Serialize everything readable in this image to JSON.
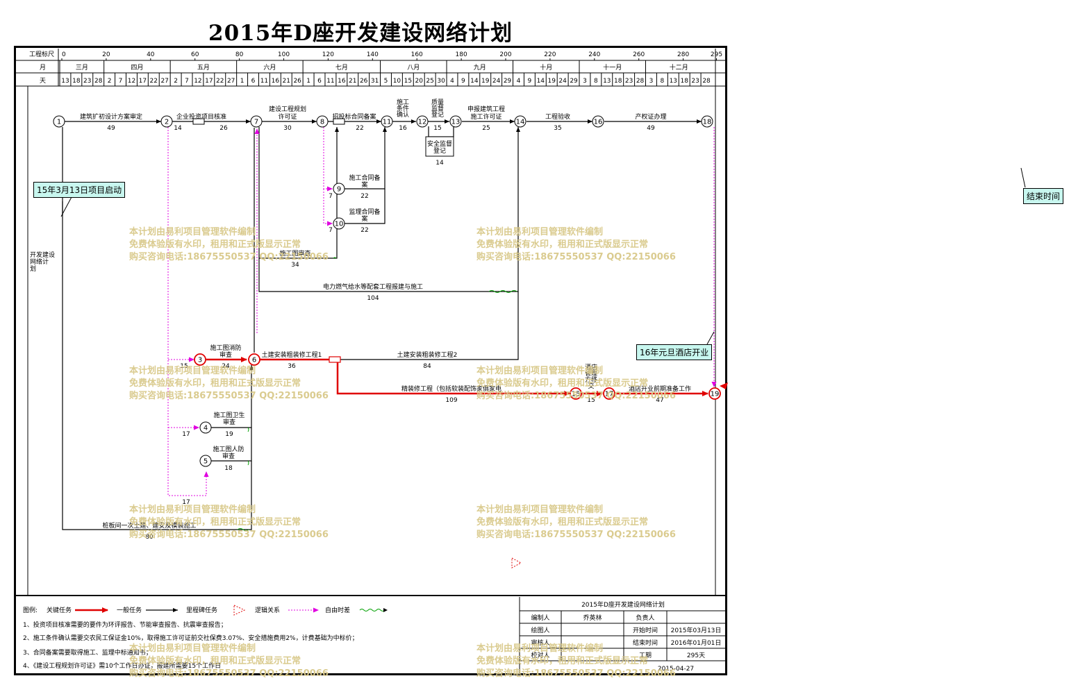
{
  "title": "2015年D座开发建设网络计划",
  "header": {
    "scale_label": "工程标尺",
    "month_label": "月",
    "day_label": "天",
    "scale_ticks": [
      "0",
      "20",
      "40",
      "60",
      "80",
      "100",
      "120",
      "140",
      "160",
      "180",
      "200",
      "220",
      "240",
      "260",
      "280",
      "295"
    ],
    "months": [
      "三月",
      "四月",
      "五月",
      "六月",
      "七月",
      "八月",
      "九月",
      "十月",
      "十一月",
      "十二月"
    ],
    "days": [
      "13",
      "18",
      "23",
      "28",
      "2",
      "7",
      "12",
      "17",
      "22",
      "27",
      "2",
      "7",
      "12",
      "17",
      "22",
      "27",
      "1",
      "6",
      "11",
      "16",
      "21",
      "26",
      "1",
      "6",
      "11",
      "16",
      "21",
      "26",
      "31",
      "5",
      "10",
      "15",
      "20",
      "25",
      "30",
      "4",
      "9",
      "14",
      "19",
      "24",
      "29",
      "4",
      "9",
      "14",
      "19",
      "24",
      "29",
      "3",
      "8",
      "13",
      "18",
      "23",
      "28",
      "3",
      "8",
      "13",
      "18",
      "23",
      "28"
    ]
  },
  "left_label": "开发建设网络计划",
  "callouts": {
    "start": "15年3月13日项目启动",
    "opening": "16年元旦酒店开业",
    "end": "结束时间"
  },
  "nodes": [
    "1",
    "2",
    "3",
    "4",
    "5",
    "6",
    "7",
    "8",
    "9",
    "10",
    "11",
    "12",
    "13",
    "14",
    "15",
    "16",
    "17",
    "18",
    "19"
  ],
  "tasks": {
    "t1_2": {
      "name": "建筑扩初设计方案审定",
      "days": "49"
    },
    "t2_7": {
      "name": "企业投资项目核准",
      "days_a": "14",
      "days_b": "26"
    },
    "t7_8": {
      "name": "建设工程规划许可证",
      "days": "30"
    },
    "t8_11": {
      "name": "招投标合同备案",
      "days": "22"
    },
    "t11_12": {
      "name": "施工条件确认",
      "days": "16"
    },
    "t12_13": {
      "name": "质量监督登记",
      "days": "15"
    },
    "t12_13b": {
      "name": "安全监督登记",
      "days": "14"
    },
    "t13_14": {
      "name": "申报建筑工程施工许可证",
      "days": "25"
    },
    "t14_16": {
      "name": "工程验收",
      "days": "35"
    },
    "t16_18": {
      "name": "产权证办理",
      "days": "49"
    },
    "t9_11": {
      "name": "施工合同备案",
      "days": "22",
      "lag": "7"
    },
    "t10_11": {
      "name": "监理合同备案",
      "days": "22",
      "lag": "7"
    },
    "t_review": {
      "name": "施工图审查",
      "days": "34"
    },
    "t_power": {
      "name": "电力燃气给水等配套工程报建与施工",
      "days": "104"
    },
    "t3_6": {
      "name": "施工图消防审查",
      "days": "24",
      "lag": "15"
    },
    "t6_civil1": {
      "name": "土建安装粗装修工程1",
      "days": "36"
    },
    "t_civil2": {
      "name": "土建安装粗装修工程2",
      "days": "84"
    },
    "t_fine": {
      "name": "精装修工程（包括软装配饰家俱家电",
      "days": "109"
    },
    "t15_17": {
      "name": "酒店管理方移交",
      "days": "15"
    },
    "t17_19": {
      "name": "酒店开业前期准备工作",
      "days": "47"
    },
    "t4_6": {
      "name": "施工图卫生审查",
      "days": "19",
      "lag": "17"
    },
    "t5_6": {
      "name": "施工图人防审查",
      "days": "18",
      "lag": "17"
    },
    "t_pile": {
      "name": "桩板间一次土建、建安及模装施工",
      "days": "80"
    }
  },
  "legend": {
    "label": "图例:",
    "critical": "关键任务",
    "normal": "一般任务",
    "milestone": "里程碑任务",
    "logic": "逻辑关系",
    "free": "自由时差"
  },
  "notes": [
    "1、投资项目核准需要的要件为环评报告、节能审查报告、抗震审查报告；",
    "2、施工条件确认需要交农民工保证金10%，取得施工许可证前交社保费3.07%、安全措施费用2%，计费基础为中标价；",
    "3、合同备案需要取得施工、监理中标通知书；",
    "4、《建设工程规划许可证》需10个工作日办证，报建所需要15个工作日"
  ],
  "info": {
    "title": "2015年D座开发建设网络计划",
    "editor_label": "编制人",
    "editor": "乔英林",
    "owner_label": "负责人",
    "owner": "",
    "drawer_label": "绘图人",
    "start_label": "开始时间",
    "start": "2015年03月13日",
    "reviewer_label": "审核人",
    "end_label": "结束时间",
    "end": "2016年01月01日",
    "checker_label": "校对人",
    "duration_label": "工期",
    "duration": "295天",
    "date": "2015-04-27"
  },
  "watermark": {
    "line1": "本计划由易利项目管理软件编制",
    "line2": "免费体验版有水印，租用和正式版显示正常",
    "line3": "购买咨询电话:18675550537 QQ:22150066"
  },
  "colors": {
    "critical": "#e00000",
    "logic": "#e000e0",
    "free": "#00a000",
    "callout_bg": "#c8f7ef",
    "watermark": "#d9c98a"
  }
}
